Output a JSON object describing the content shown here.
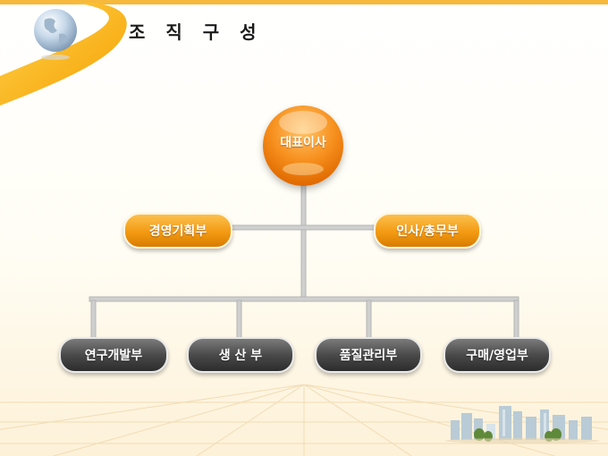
{
  "title": "조 직 구 성",
  "org": {
    "root": "대표이사",
    "staff": [
      "경영기획부",
      "인사/총무부"
    ],
    "departments": [
      "연구개발부",
      "생 산 부",
      "품질관리부",
      "구매/영업부"
    ]
  },
  "colors": {
    "accent": "#f39a12",
    "dept": "#3c3c3c",
    "connector": "#c9c9c9"
  },
  "icons": [
    "globe-icon",
    "city-skyline-icon"
  ]
}
